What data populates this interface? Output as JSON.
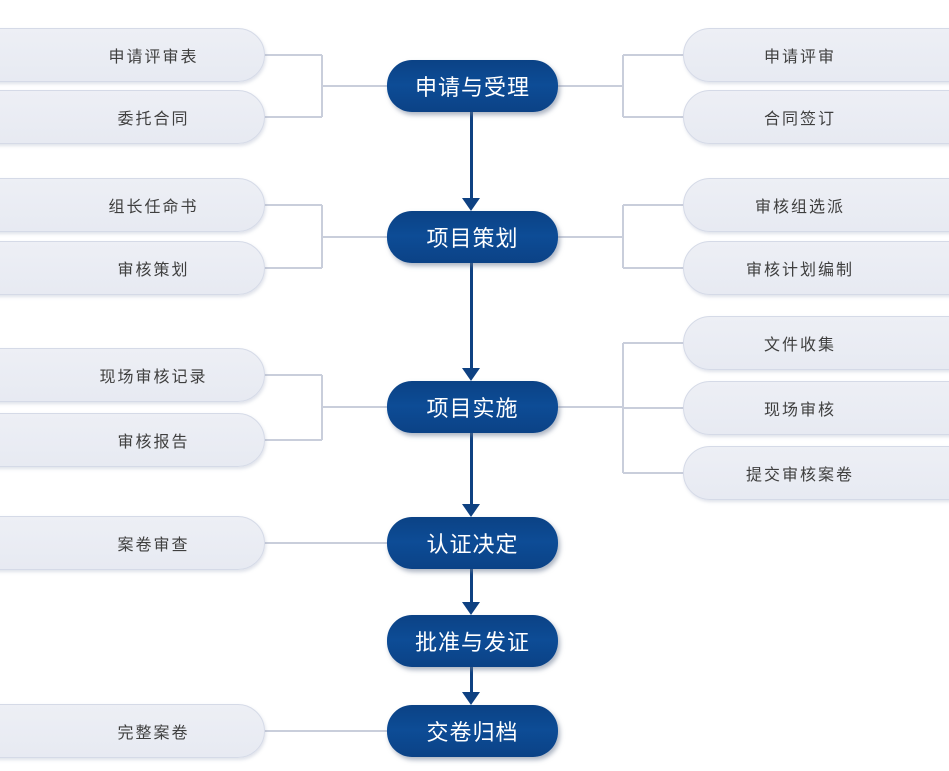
{
  "diagram": {
    "stages": [
      {
        "label": "申请与受理",
        "left_docs": [
          "申请评审表",
          "委托合同"
        ],
        "right_docs": [
          "申请评审",
          "合同签订"
        ]
      },
      {
        "label": "项目策划",
        "left_docs": [
          "组长任命书",
          "审核策划"
        ],
        "right_docs": [
          "审核组选派",
          "审核计划编制"
        ]
      },
      {
        "label": "项目实施",
        "left_docs": [
          "现场审核记录",
          "审核报告"
        ],
        "right_docs": [
          "文件收集",
          "现场审核",
          "提交审核案卷"
        ]
      },
      {
        "label": "认证决定",
        "left_docs": [
          "案卷审查"
        ],
        "right_docs": []
      },
      {
        "label": "批准与发证",
        "left_docs": [],
        "right_docs": []
      },
      {
        "label": "交卷归档",
        "left_docs": [
          "完整案卷"
        ],
        "right_docs": []
      }
    ],
    "colors": {
      "stage_fill": "#0d4c96",
      "stage_text": "#ffffff",
      "doc_fill": "#e9ecf4",
      "doc_border": "#d5dae7",
      "doc_text": "#3f3f3f",
      "connector": "#c9cedb",
      "arrow": "#0e4182"
    }
  }
}
